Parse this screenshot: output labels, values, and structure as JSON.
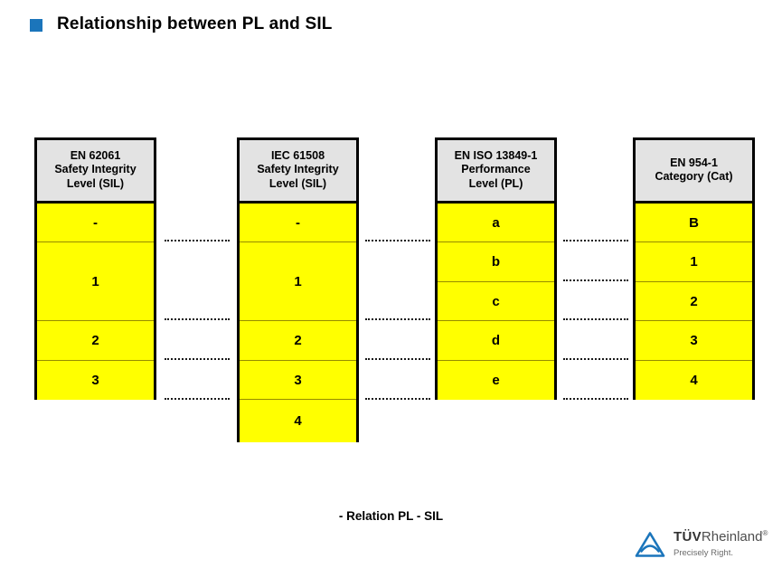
{
  "slide": {
    "title": "Relationship between PL and SIL",
    "bullet_color": "#1b75bb",
    "footer_caption": "- Relation PL - SIL"
  },
  "diagram": {
    "cell_fill_color": "#ffff00",
    "header_fill_color": "#e3e3e3",
    "border_color": "#000000",
    "connector_color": "#1a1a1a",
    "tables": [
      {
        "id": "en-62061",
        "header_lines": [
          "EN 62061",
          "Safety Integrity",
          "Level (SIL)"
        ],
        "cells": [
          "-",
          "1",
          "2",
          "3"
        ]
      },
      {
        "id": "iec-61508",
        "header_lines": [
          "IEC 61508",
          "Safety Integrity",
          "Level (SIL)"
        ],
        "cells": [
          "-",
          "1",
          "2",
          "3",
          "4"
        ]
      },
      {
        "id": "en-iso-13849-1",
        "header_lines": [
          "EN ISO 13849-1",
          "Performance",
          "Level (PL)"
        ],
        "cells": [
          "a",
          "b",
          "c",
          "d",
          "e"
        ]
      },
      {
        "id": "en-954-1",
        "header_lines": [
          "EN 954-1",
          "Category (Cat)"
        ],
        "cells": [
          "B",
          "1",
          "2",
          "3",
          "4"
        ]
      }
    ]
  },
  "logo": {
    "brand_primary": "TÜV",
    "brand_secondary": "Rheinland",
    "registered_mark": "®",
    "tagline": "Precisely Right.",
    "mark_color": "#1b75bb"
  }
}
